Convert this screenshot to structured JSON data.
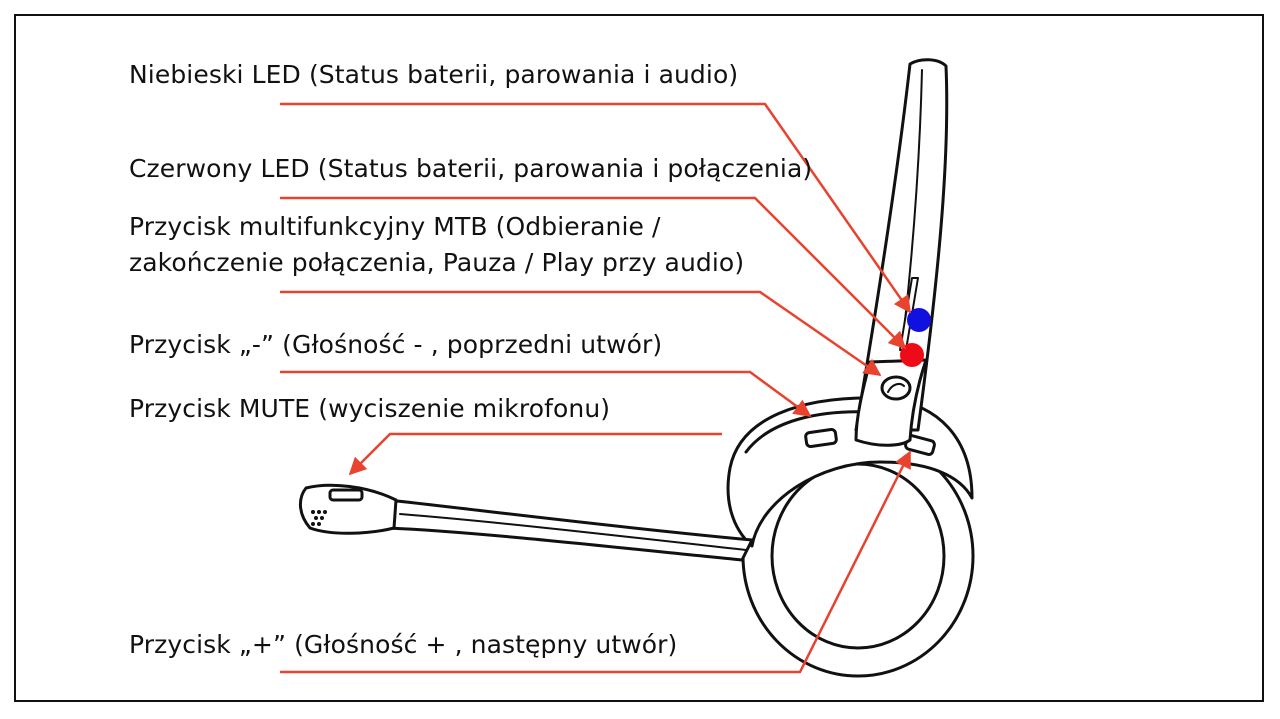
{
  "labels": {
    "blue_led": "Niebieski LED (Status baterii, parowania i audio)",
    "red_led": "Czerwony LED (Status baterii, parowania i połączenia)",
    "mtb_line1": "Przycisk multifunkcyjny MTB (Odbieranie /",
    "mtb_line2": "zakończenie połączenia, Pauza / Play przy audio)",
    "vol_minus": "Przycisk „-” (Głośność - , poprzedni utwór)",
    "mute": "Przycisk MUTE (wyciszenie mikrofonu)",
    "vol_plus": "Przycisk „+” (Głośność + , następny utwór)"
  },
  "colors": {
    "callout_line": "#e8432e",
    "blue_led": "#1010e0",
    "red_led": "#ee0a16",
    "outline": "#111111"
  }
}
